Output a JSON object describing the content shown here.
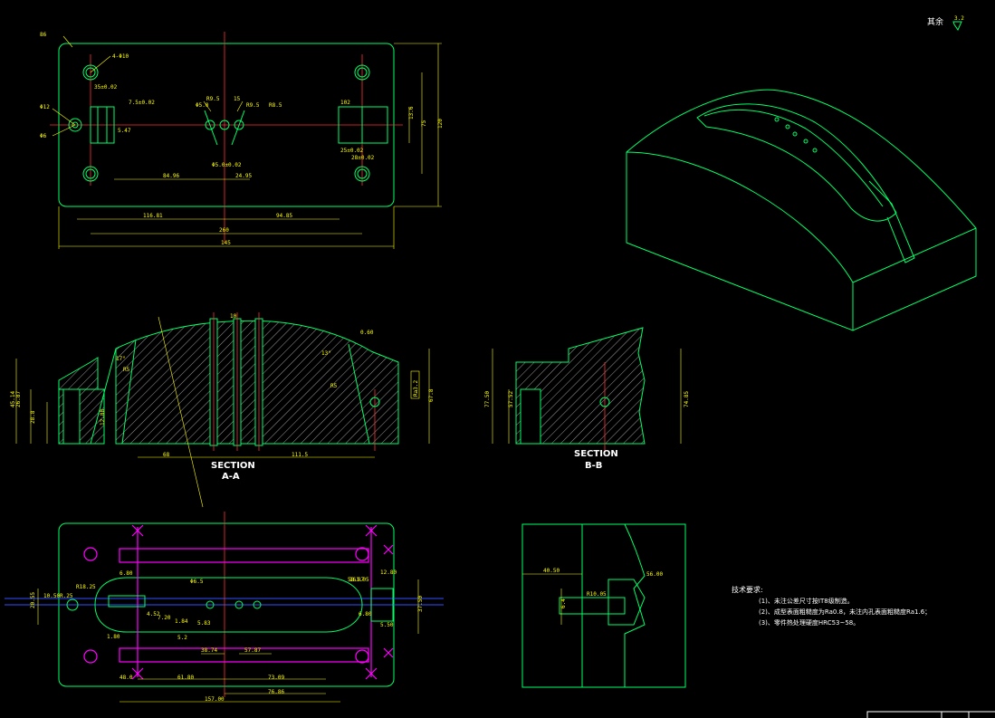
{
  "header": {
    "roughness_label": "其余",
    "roughness_value": "3.2"
  },
  "top_view": {
    "part_tag": "86",
    "dims": [
      "4-Φ10",
      "35±0.02",
      "7.5±0.02",
      "Φ12",
      "Φ6",
      "5.47",
      "R9.5",
      "15",
      "R8.5",
      "Φ5.0",
      "R9.5",
      "102",
      "25±0.02",
      "28±0.02",
      "84.96",
      "24.95",
      "Φ5.0±0.02",
      "116.81",
      "94.85",
      "260",
      "145",
      "13.6",
      "75",
      "120"
    ]
  },
  "section_aa": {
    "title": "SECTION",
    "subtitle": "A-A",
    "dims": [
      "10",
      "0.60",
      "17°",
      "26.87",
      "45.14",
      "28.8",
      "R5",
      "R5",
      "13°",
      "12.88",
      "68",
      "67.8",
      "111.5",
      "Ra3.2"
    ]
  },
  "section_bb": {
    "title": "SECTION",
    "subtitle": "B-B",
    "dims": [
      "77.50",
      "57.52",
      "74.85"
    ]
  },
  "bottom_view": {
    "dims": [
      "R18.25",
      "6.80",
      "58.97",
      "20.55",
      "10.50",
      "R.25",
      "4.52",
      "7.20",
      "Φ6.5",
      "1.84",
      "5.83",
      "1.80",
      "5.2",
      "38.74",
      "57.87",
      "48.0",
      "61.80",
      "73.09",
      "76.86",
      "157.00",
      "161.05",
      "12.80",
      "37.50",
      "6.80",
      "5.50"
    ]
  },
  "detail_view": {
    "dims": [
      "40.50",
      "56.00",
      "R10.05",
      "6.4"
    ]
  },
  "notes": {
    "title": "技术要求:",
    "items": [
      "(1)、未注公差尺寸按IT8级制造。",
      "(2)、成型表面粗糙度为Ra0.8，未注内孔表面粗糙度Ra1.6；",
      "(3)、零件热处理硬度HRC53~58。"
    ]
  },
  "colors": {
    "outline": "#00ff66",
    "centerline": "#ff3030",
    "dimension": "#ffff00",
    "hole": "#ff00ff",
    "axis": "#3050ff"
  }
}
